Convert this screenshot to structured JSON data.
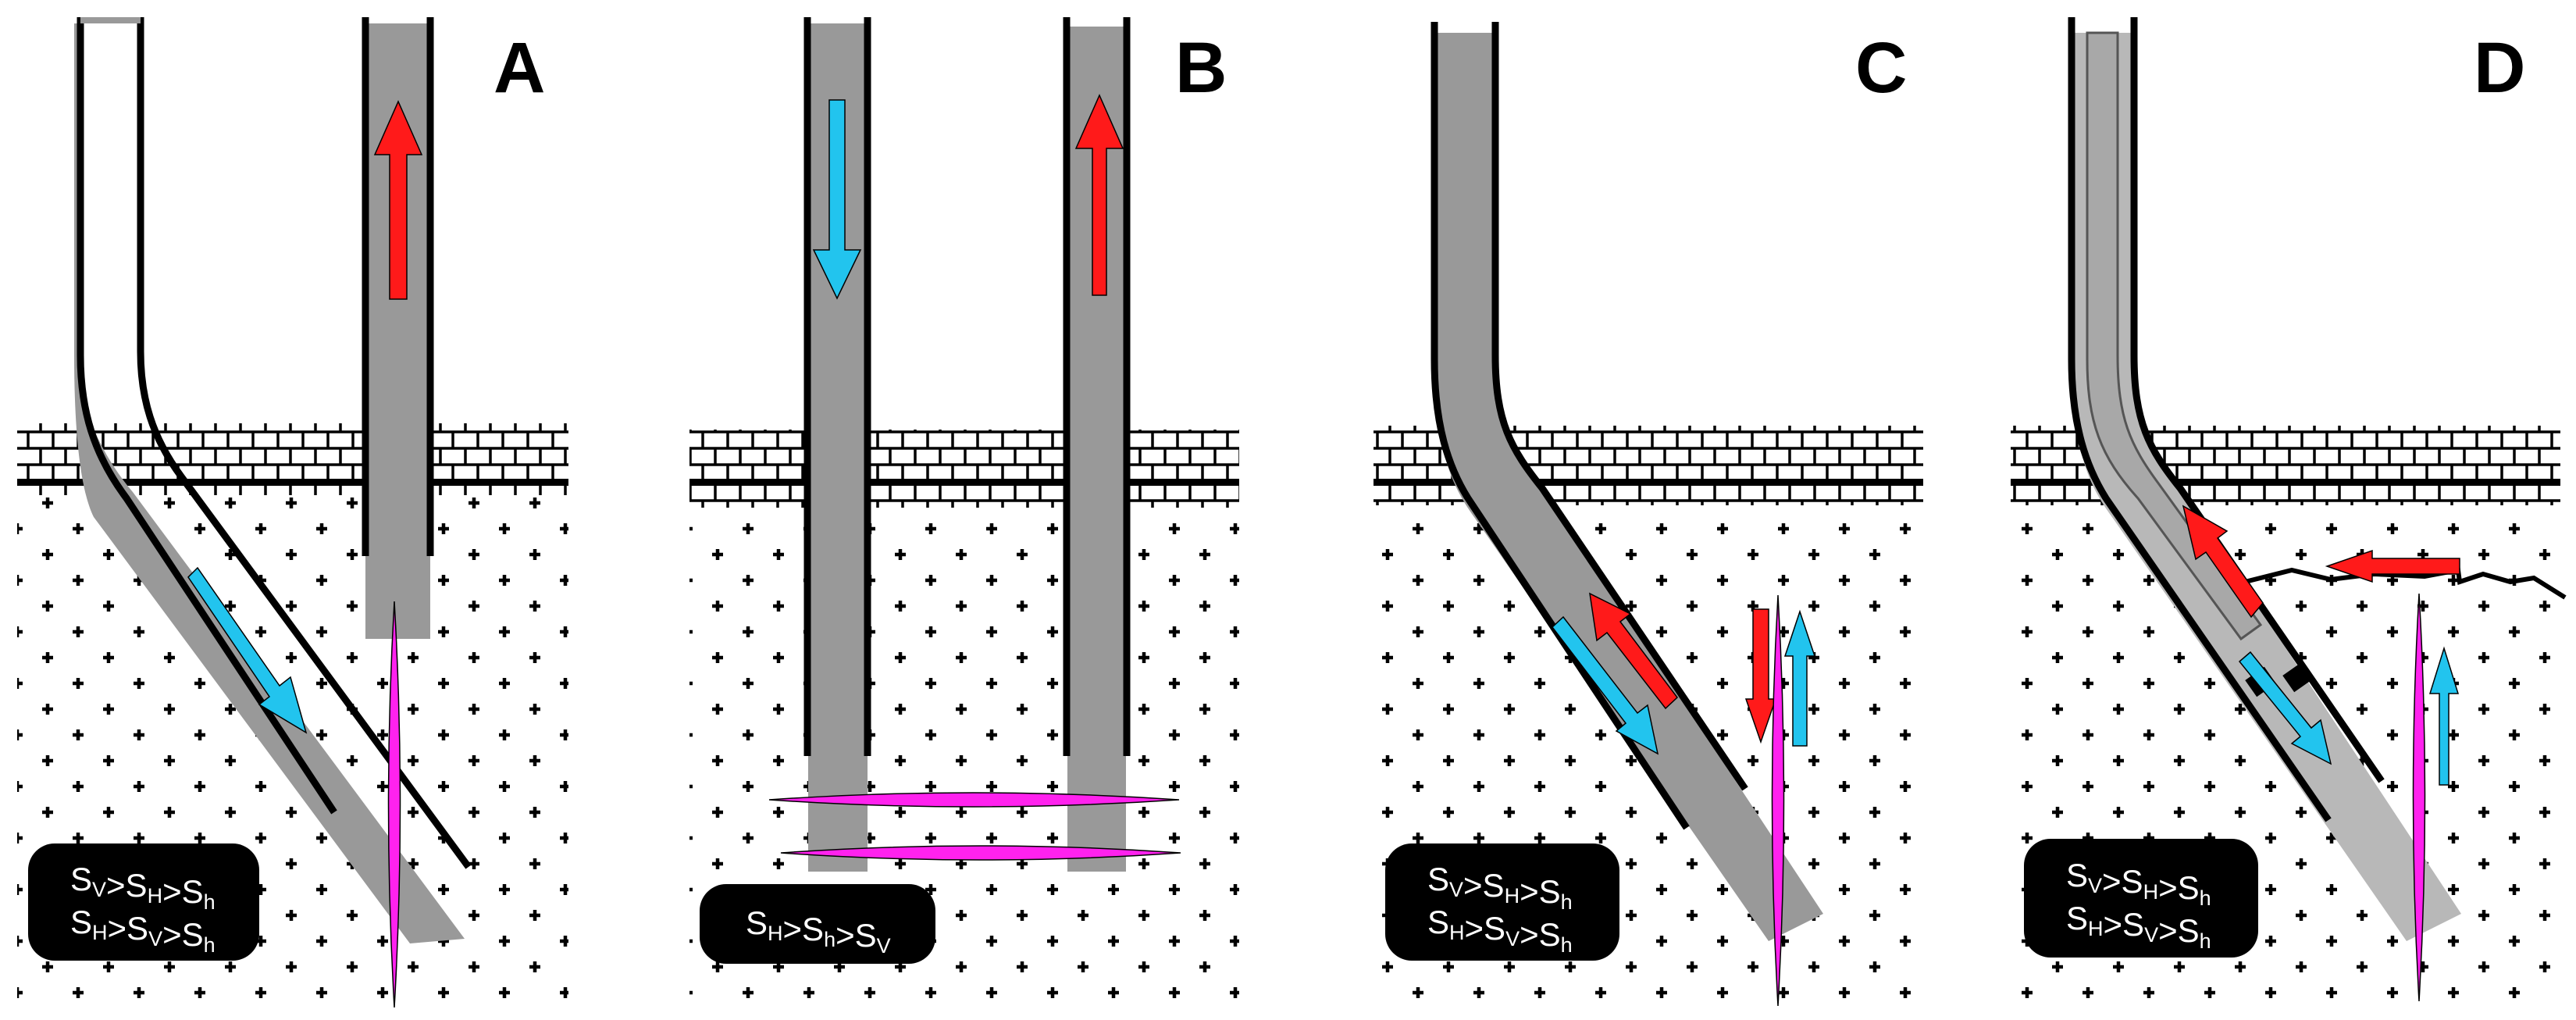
{
  "panels": [
    {
      "letter": "A",
      "stress_lines": [
        [
          {
            "t": "S"
          },
          {
            "t": "V",
            "sub": true
          },
          {
            "t": ">S"
          },
          {
            "t": "H",
            "sub": true
          },
          {
            "t": ">S"
          },
          {
            "t": "h",
            "sub": true
          }
        ],
        [
          {
            "t": "S"
          },
          {
            "t": "H",
            "sub": true
          },
          {
            "t": ">S"
          },
          {
            "t": "V",
            "sub": true
          },
          {
            "t": ">S"
          },
          {
            "t": "h",
            "sub": true
          }
        ]
      ]
    },
    {
      "letter": "B",
      "stress_lines": [
        [
          {
            "t": "S"
          },
          {
            "t": "H",
            "sub": true
          },
          {
            "t": ">S"
          },
          {
            "t": "h",
            "sub": true
          },
          {
            "t": ">S"
          },
          {
            "t": "V",
            "sub": true
          }
        ]
      ]
    },
    {
      "letter": "C",
      "stress_lines": [
        [
          {
            "t": "S"
          },
          {
            "t": "V",
            "sub": true
          },
          {
            "t": ">S"
          },
          {
            "t": "H",
            "sub": true
          },
          {
            "t": ">S"
          },
          {
            "t": "h",
            "sub": true
          }
        ],
        [
          {
            "t": "S"
          },
          {
            "t": "H",
            "sub": true
          },
          {
            "t": ">S"
          },
          {
            "t": "V",
            "sub": true
          },
          {
            "t": ">S"
          },
          {
            "t": "h",
            "sub": true
          }
        ]
      ]
    },
    {
      "letter": "D",
      "stress_lines": [
        [
          {
            "t": "S"
          },
          {
            "t": "V",
            "sub": true
          },
          {
            "t": ">S"
          },
          {
            "t": "H",
            "sub": true
          },
          {
            "t": ">S"
          },
          {
            "t": "h",
            "sub": true
          }
        ],
        [
          {
            "t": "S"
          },
          {
            "t": "H",
            "sub": true
          },
          {
            "t": ">S"
          },
          {
            "t": "V",
            "sub": true
          },
          {
            "t": ">S"
          },
          {
            "t": "h",
            "sub": true
          }
        ]
      ]
    }
  ],
  "colors": {
    "casing": "#999999",
    "open_hole": "#b8b8b8",
    "inner_tubing": "#b0b0b0",
    "injection_arrow": "#ff1a1a",
    "production_arrow": "#22c4ee",
    "hydraulic_fracture": "#ff22ee",
    "rock_symbol": "#000000",
    "label_box": "#000000",
    "label_text": "#ffffff"
  },
  "icons": [
    "brick-caprock-pattern",
    "plus-dot-reservoir-pattern",
    "flow-arrow-icon",
    "fracture-lens-icon"
  ]
}
